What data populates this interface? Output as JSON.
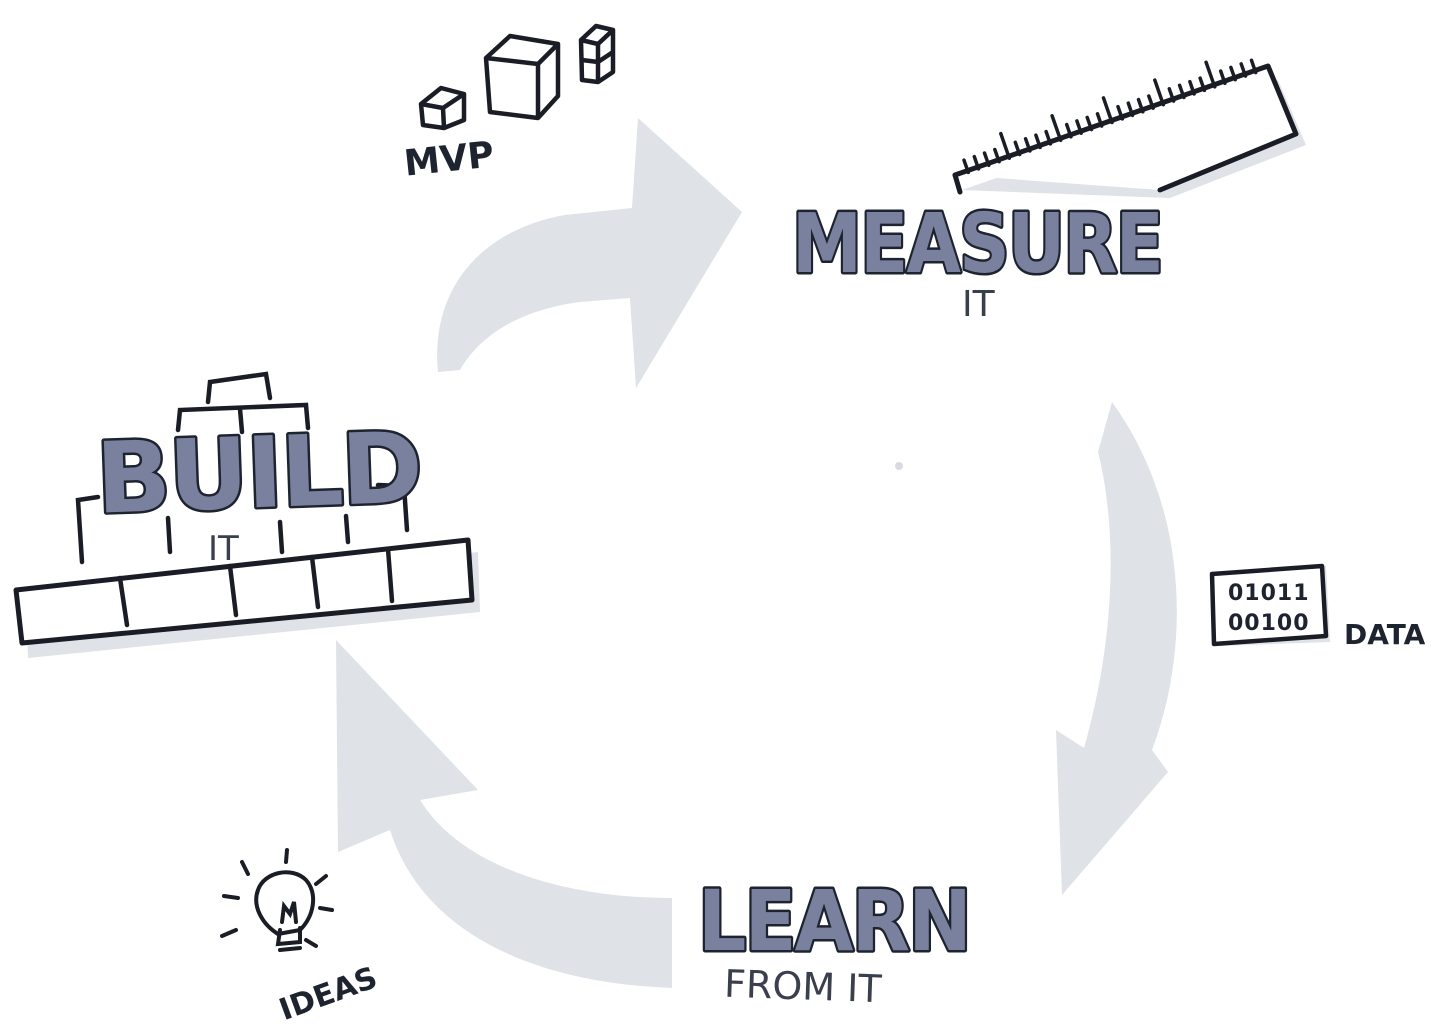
{
  "cycle": {
    "build": {
      "title": "BUILD",
      "subtitle": "IT"
    },
    "measure": {
      "title": "MEASURE",
      "subtitle": "IT"
    },
    "learn": {
      "title": "LEARN",
      "subtitle": "FROM IT"
    }
  },
  "annotations": {
    "mvp": "MVP",
    "data_label": "DATA",
    "data_rows": [
      "01011",
      "00100"
    ],
    "ideas": "IDEAS"
  },
  "colors": {
    "title_fill": "#7a819e",
    "title_stroke": "#1e2330",
    "arrow": "#dfe2e6",
    "ink": "#1a1d26"
  }
}
